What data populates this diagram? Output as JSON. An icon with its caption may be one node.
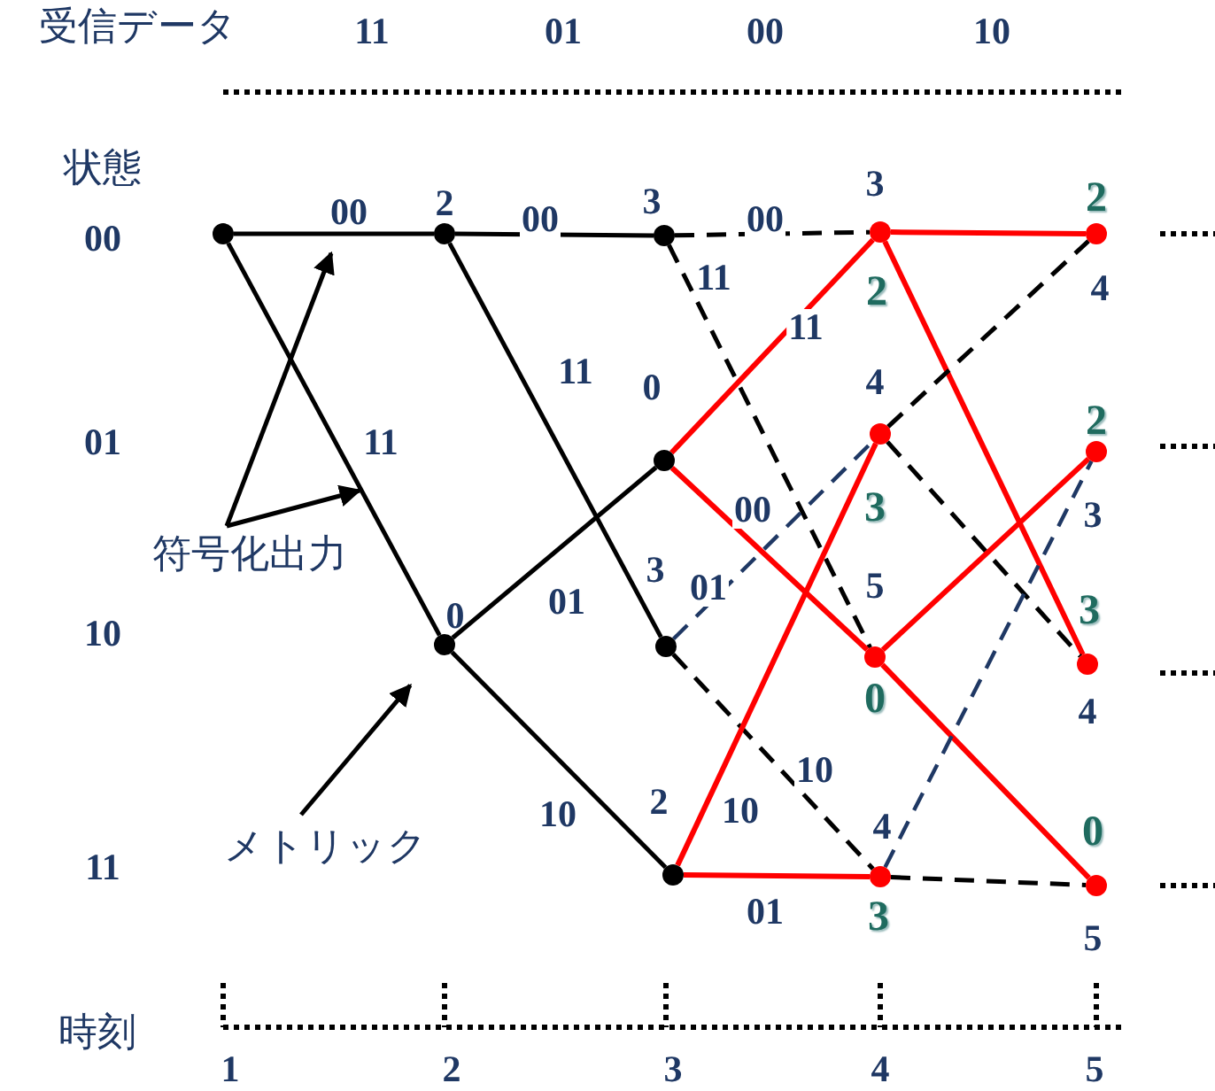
{
  "diagram": {
    "nodes": [
      {
        "text": [],
        "shape": "circle"
      },
      {
        "text": [],
        "shape": "circle",
        "beside": [
          "2"
        ]
      },
      {
        "text": [],
        "shape": "circle",
        "beside": [
          "0"
        ]
      },
      {
        "text": [],
        "shape": "circle",
        "beside": [
          "3"
        ]
      },
      {
        "text": [],
        "shape": "circle",
        "beside": [
          "0"
        ]
      },
      {
        "text": [],
        "shape": "circle",
        "beside": [
          "3"
        ]
      },
      {
        "text": [],
        "shape": "circle",
        "beside": [
          "2"
        ]
      },
      {
        "text": [],
        "shape": "circle",
        "beside": [
          "3",
          "2"
        ]
      },
      {
        "text": [],
        "shape": "circle",
        "beside": [
          "4",
          "3"
        ]
      },
      {
        "text": [],
        "shape": "circle",
        "beside": [
          "5",
          "0"
        ]
      },
      {
        "text": [],
        "shape": "circle",
        "beside": [
          "4",
          "3"
        ]
      },
      {
        "text": [],
        "shape": "circle",
        "beside": [
          "2",
          "4"
        ]
      },
      {
        "text": [],
        "shape": "circle",
        "beside": [
          "2",
          "3"
        ]
      },
      {
        "text": [],
        "shape": "circle",
        "beside": [
          "3",
          "4"
        ]
      },
      {
        "text": [],
        "shape": "circle",
        "beside": [
          "0",
          "5"
        ]
      },
      {
        "text": [
          "符号化出力"
        ]
      },
      {
        "text": [
          "メトリック"
        ]
      }
    ],
    "edges": [
      {
        "from": 0,
        "to": 1,
        "arrow": "none",
        "label": "00"
      },
      {
        "from": 0,
        "to": 2,
        "arrow": "none",
        "label": "11"
      },
      {
        "from": 1,
        "to": 3,
        "arrow": "none",
        "label": "00"
      },
      {
        "from": 1,
        "to": 5,
        "arrow": "none",
        "label": "11"
      },
      {
        "from": 2,
        "to": 4,
        "arrow": "none",
        "label": "01"
      },
      {
        "from": 2,
        "to": 6,
        "arrow": "none",
        "label": "10"
      },
      {
        "from": 3,
        "to": 7,
        "arrow": "none",
        "label": "00",
        "style": "dashed"
      },
      {
        "from": 3,
        "to": 9,
        "arrow": "none",
        "label": "11",
        "style": "dashed"
      },
      {
        "from": 4,
        "to": 7,
        "arrow": "none",
        "label": "11",
        "color": "#ff0000"
      },
      {
        "from": 4,
        "to": 9,
        "arrow": "none",
        "label": "00",
        "color": "#ff0000"
      },
      {
        "from": 5,
        "to": 8,
        "arrow": "none",
        "label": "01",
        "style": "dashed",
        "color": "#1f3864"
      },
      {
        "from": 5,
        "to": 10,
        "arrow": "none",
        "label": "10",
        "style": "dashed"
      },
      {
        "from": 6,
        "to": 8,
        "arrow": "none",
        "label": "10",
        "color": "#ff0000"
      },
      {
        "from": 6,
        "to": 10,
        "arrow": "none",
        "label": "01",
        "color": "#ff0000"
      },
      {
        "from": 7,
        "to": 11,
        "arrow": "none",
        "color": "#ff0000"
      },
      {
        "from": 7,
        "to": 13,
        "arrow": "none",
        "color": "#ff0000"
      },
      {
        "from": 8,
        "to": 11,
        "arrow": "none",
        "style": "dashed"
      },
      {
        "from": 8,
        "to": 13,
        "arrow": "none",
        "style": "dashed"
      },
      {
        "from": 9,
        "to": 12,
        "arrow": "none",
        "color": "#ff0000"
      },
      {
        "from": 9,
        "to": 14,
        "arrow": "none",
        "color": "#ff0000"
      },
      {
        "from": 10,
        "to": 12,
        "arrow": "none",
        "style": "dashed",
        "color": "#1f3864"
      },
      {
        "from": 10,
        "to": 14,
        "arrow": "none",
        "style": "dashed"
      },
      {
        "from": 15,
        "to": null,
        "arrow": "to"
      },
      {
        "from": 15,
        "to": null,
        "arrow": "to"
      },
      {
        "from": 16,
        "to": 2,
        "arrow": "to"
      }
    ],
    "labels": [
      "受信データ",
      "11",
      "01",
      "00",
      "10",
      "状態",
      "00",
      "01",
      "10",
      "11",
      "時刻",
      "1",
      "2",
      "3",
      "4",
      "5"
    ]
  }
}
